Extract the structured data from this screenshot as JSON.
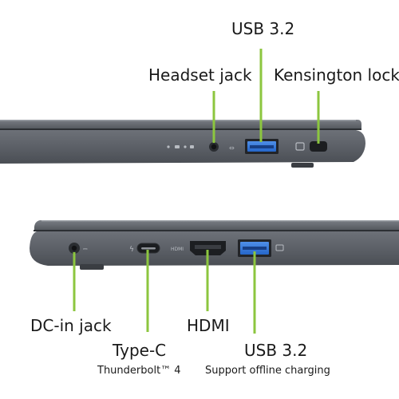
{
  "accent_color": "#8cc63f",
  "body_color": "#5d6168",
  "top_view": {
    "callouts": {
      "headset": "Headset jack",
      "usb": "USB 3.2",
      "kensington": "Kensington lock"
    },
    "port_glyphs": {
      "usb_icon": "usb-icon",
      "lock_icon": "lock-icon"
    }
  },
  "bottom_view": {
    "callouts": {
      "dc_in": "DC-in jack",
      "typec": "Type-C",
      "typec_sub": "Thunderbolt™ 4",
      "hdmi": "HDMI",
      "usb": "USB 3.2",
      "usb_sub": "Support offline charging"
    },
    "port_glyphs": {
      "hdmi_text": "HDMI",
      "thunderbolt_icon": "thunderbolt-icon",
      "battery_icon": "battery-icon"
    }
  }
}
